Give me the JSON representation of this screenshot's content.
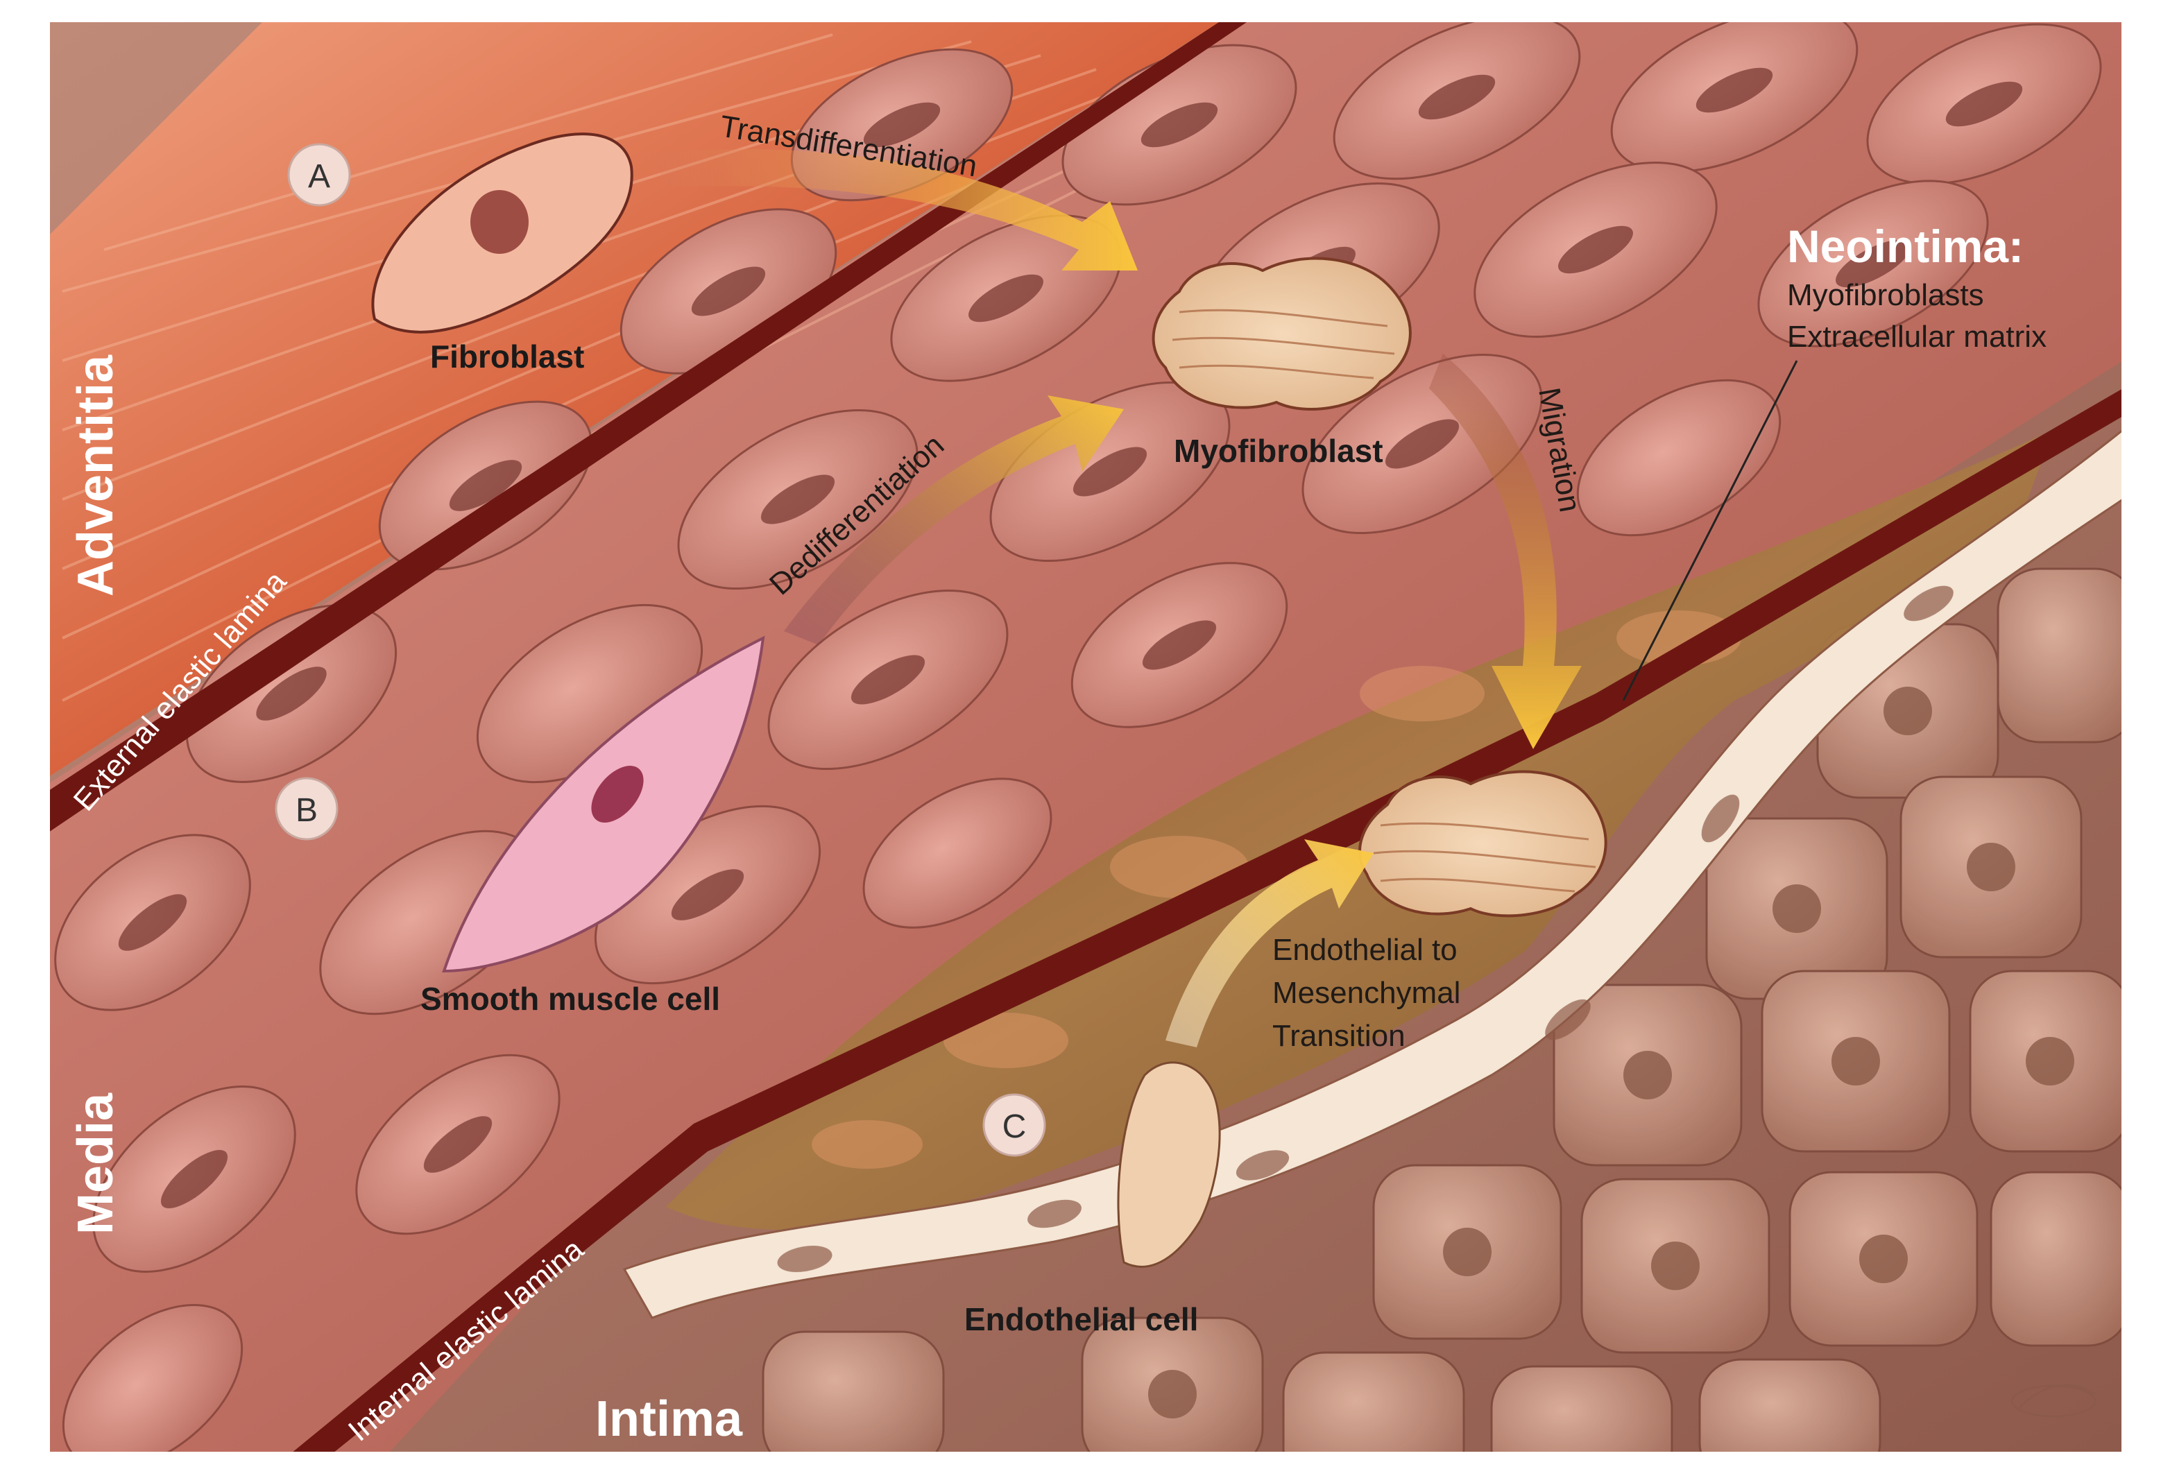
{
  "layers": {
    "adventitia": "Adventitia",
    "media": "Media",
    "intima": "Intima",
    "external_lamina": "External elastic lamina",
    "internal_lamina": "Internal elastic lamina"
  },
  "markers": {
    "a": "A",
    "b": "B",
    "c": "C"
  },
  "cells": {
    "fibroblast": "Fibroblast",
    "myofibroblast": "Myofibroblast",
    "smooth_muscle": "Smooth muscle cell",
    "endothelial": "Endothelial cell"
  },
  "processes": {
    "transdifferentiation": "Transdifferentiation",
    "dedifferentiation": "Dedifferentiation",
    "migration": "Migration",
    "endmt_line1": "Endothelial to",
    "endmt_line2": "Mesenchymal",
    "endmt_line3": "Transition"
  },
  "neointima": {
    "title": "Neointima:",
    "item1": "Myofibroblasts",
    "item2": "Extracellular matrix"
  },
  "colors": {
    "adventitia": "#d9633f",
    "media": "#b86a5e",
    "intima": "#a77464",
    "lamina": "#6e1712",
    "neointima": "#9a6a3a",
    "arrow": "#f6c443",
    "endothelium": "#f4e4d4"
  }
}
